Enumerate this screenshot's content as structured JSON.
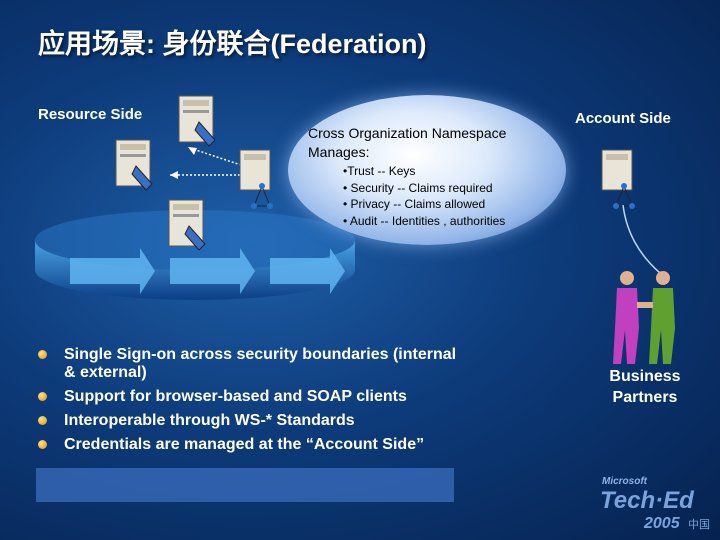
{
  "title": "应用场景: 身份联合(Federation)",
  "resource_side_label": "Resource Side",
  "account_side_label": "Account Side",
  "namespace": {
    "title": "Cross Organization Namespace Manages:",
    "items": [
      "•Trust -- Keys",
      "• Security -- Claims required",
      "• Privacy -- Claims allowed",
      "• Audit -- Identities , authorities"
    ]
  },
  "bullets": [
    "Single Sign-on across security boundaries (internal & external)",
    "Support for browser-based and SOAP clients",
    "Interoperable through WS-* Standards",
    "Credentials are managed at the “Account Side”"
  ],
  "partners_label": "Business Partners",
  "logo": {
    "brand": "Microsoft",
    "name": "Tech·Ed",
    "year": "2005",
    "region": "中国"
  },
  "colors": {
    "background": "#0d3b7a",
    "bullet": "#f0a000",
    "cloud": "#dce9fb"
  },
  "icons": [
    "server-icon",
    "certificate-icon",
    "network-icon",
    "handshake-icon"
  ]
}
